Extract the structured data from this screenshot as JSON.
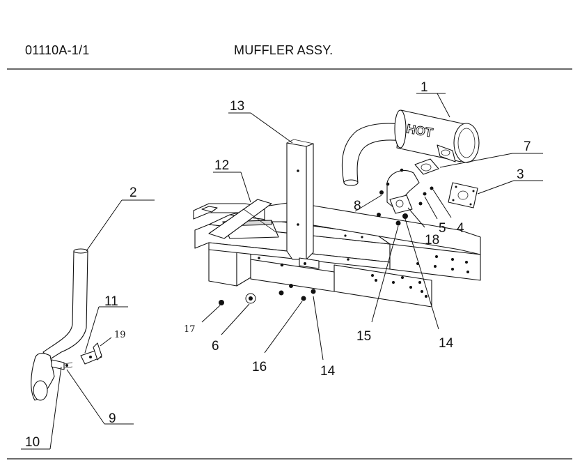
{
  "header": {
    "code": "01110A-1/1",
    "title": "MUFFLER ASSY."
  },
  "diagram": {
    "muffler_text": "HOT",
    "callouts": [
      "1",
      "2",
      "3",
      "4",
      "5",
      "6",
      "7",
      "8",
      "9",
      "10",
      "11",
      "12",
      "13",
      "14",
      "14",
      "15",
      "16",
      "17",
      "18",
      "19"
    ]
  }
}
